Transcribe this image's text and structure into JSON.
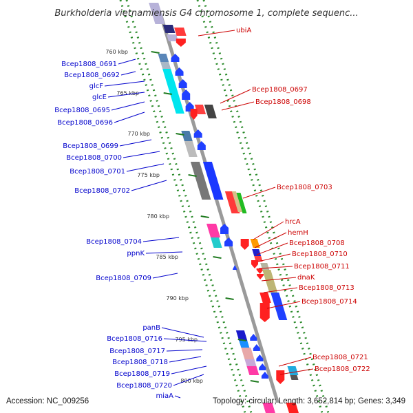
{
  "title": "Burkholderia vietnamiensis G4 chromosome 1, complete sequenc...",
  "footer": {
    "accession": "Accession: NC_009256",
    "summary": "Topology: circular; Length: 3,652,814 bp; Genes: 3,349"
  },
  "colors": {
    "forward_label": "#0000cc",
    "reverse_label": "#cc0000",
    "backbone": "#999999",
    "dotted_ring": "#2a8a2a"
  },
  "ticks": [
    "760 kbp",
    "765 kbp",
    "770 kbp",
    "775 kbp",
    "780 kbp",
    "785 kbp",
    "790 kbp",
    "795 kbp",
    "800 kbp"
  ],
  "forward_genes": [
    "Bcep1808_0691",
    "Bcep1808_0692",
    "glcF",
    "glcE",
    "Bcep1808_0695",
    "Bcep1808_0696",
    "Bcep1808_0699",
    "Bcep1808_0700",
    "Bcep1808_0701",
    "Bcep1808_0702",
    "Bcep1808_0704",
    "ppnK",
    "Bcep1808_0709",
    "panB",
    "Bcep1808_0716",
    "Bcep1808_0717",
    "Bcep1808_0718",
    "Bcep1808_0719",
    "Bcep1808_0720",
    "miaA"
  ],
  "reverse_genes": [
    "ubiA",
    "Bcep1808_0697",
    "Bcep1808_0698",
    "Bcep1808_0703",
    "hrcA",
    "hemH",
    "Bcep1808_0708",
    "Bcep1808_0710",
    "Bcep1808_0711",
    "dnaK",
    "Bcep1808_0713",
    "Bcep1808_0714",
    "Bcep1808_0721",
    "Bcep1808_0722"
  ]
}
